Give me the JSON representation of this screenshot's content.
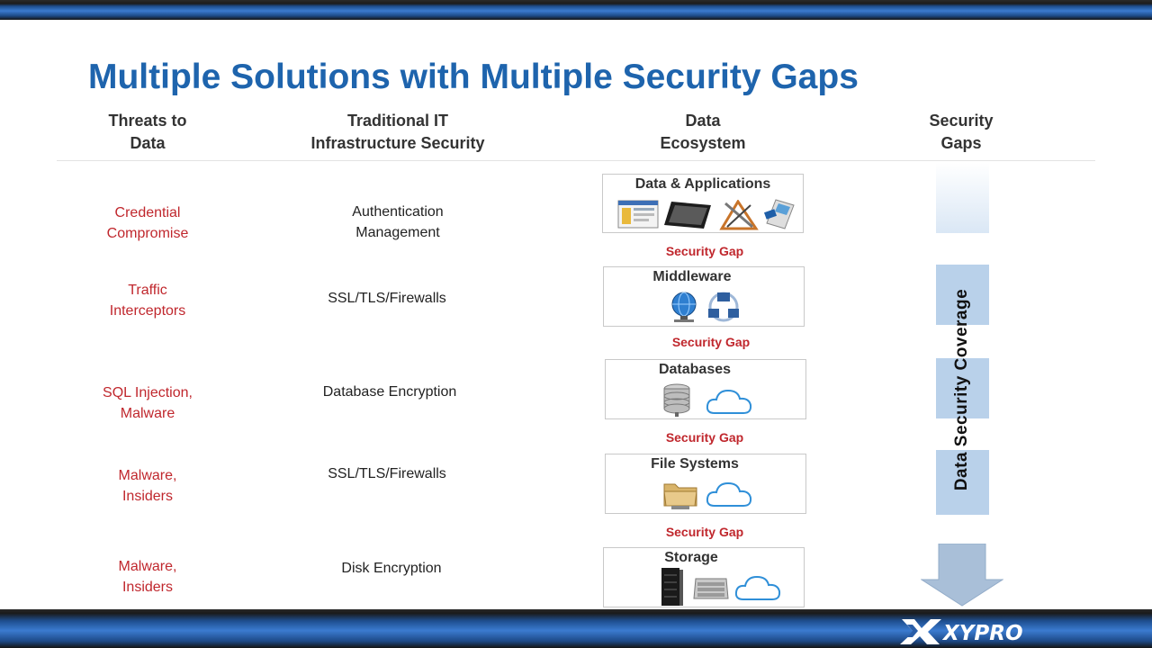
{
  "title": "Multiple Solutions with Multiple Security Gaps",
  "columns": {
    "threats": "Threats to\nData",
    "traditional": "Traditional IT\nInfrastructure Security",
    "ecosystem": "Data\nEcosystem",
    "gaps": "Security\nGaps"
  },
  "threats": [
    "Credential\nCompromise",
    "Traffic\nInterceptors",
    "SQL Injection,\nMalware",
    "Malware,\nInsiders",
    "Malware,\nInsiders"
  ],
  "infrastructure": [
    "Authentication\nManagement",
    "SSL/TLS/Firewalls",
    "Database Encryption",
    "SSL/TLS/Firewalls",
    "Disk Encryption"
  ],
  "ecosystem_layers": [
    {
      "label": "Data & Applications",
      "icons": [
        "browser-window-icon",
        "tablet-icon",
        "drafting-tools-icon",
        "card-terminal-icon"
      ]
    },
    {
      "label": "Middleware",
      "icons": [
        "globe-network-icon",
        "network-sync-icon"
      ]
    },
    {
      "label": "Databases",
      "icons": [
        "database-server-icon",
        "cloud-icon"
      ]
    },
    {
      "label": "File Systems",
      "icons": [
        "folder-icon",
        "cloud-icon"
      ]
    },
    {
      "label": "Storage",
      "icons": [
        "server-rack-icon",
        "storage-array-icon",
        "cloud-icon"
      ]
    }
  ],
  "security_gap_label": "Security Gap",
  "coverage_label": "Data Security Coverage",
  "brand": "XYPRO",
  "colors": {
    "title": "#1e64ad",
    "threat_text": "#c0272d",
    "gap_text": "#c0272d",
    "coverage_fill": "#b9d1ea",
    "coverage_light": "#dde9f6",
    "arrow": "#a9bfd8"
  }
}
